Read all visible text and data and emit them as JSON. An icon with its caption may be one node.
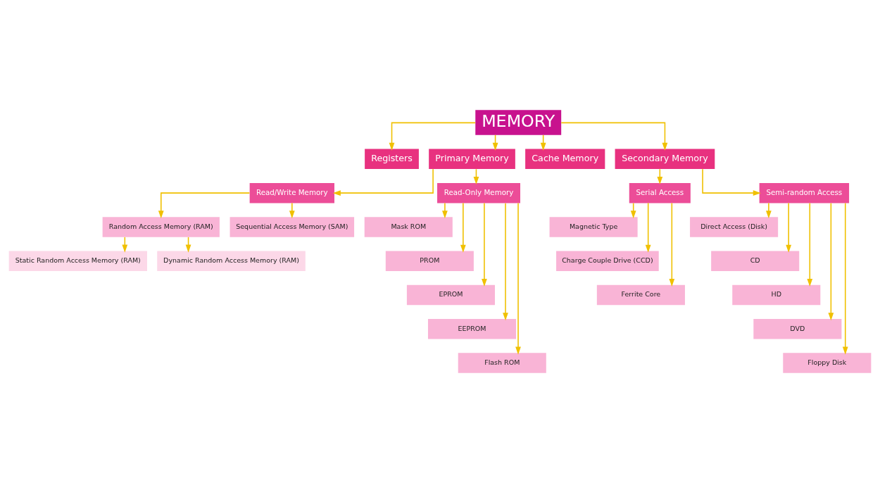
{
  "diagram": {
    "nodes": [
      {
        "text": [
          "MEMORY"
        ]
      },
      {
        "text": [
          "Registers"
        ]
      },
      {
        "text": [
          "Primary Memory"
        ]
      },
      {
        "text": [
          "Cache Memory"
        ]
      },
      {
        "text": [
          "Secondary Memory"
        ]
      },
      {
        "text": [
          "Read/Write Memory"
        ]
      },
      {
        "text": [
          "Read-Only Memory"
        ]
      },
      {
        "text": [
          "Serial Access"
        ]
      },
      {
        "text": [
          "Semi-random Access"
        ]
      },
      {
        "text": [
          "Random Access Memory (RAM)"
        ]
      },
      {
        "text": [
          "Sequential Access Memory (SAM)"
        ]
      },
      {
        "text": [
          "Mask ROM"
        ]
      },
      {
        "text": [
          "PROM"
        ]
      },
      {
        "text": [
          "EPROM"
        ]
      },
      {
        "text": [
          "EEPROM"
        ]
      },
      {
        "text": [
          "Flash ROM"
        ]
      },
      {
        "text": [
          "Magnetic Type"
        ]
      },
      {
        "text": [
          "Charge Couple Drive (CCD)"
        ]
      },
      {
        "text": [
          "Ferrite Core"
        ]
      },
      {
        "text": [
          "Direct Access (Disk)"
        ]
      },
      {
        "text": [
          "CD"
        ]
      },
      {
        "text": [
          "HD"
        ]
      },
      {
        "text": [
          "DVD"
        ]
      },
      {
        "text": [
          "Floppy Disk"
        ]
      },
      {
        "text": [
          "Static Random Access Memory (RAM)"
        ]
      },
      {
        "text": [
          "Dynamic Random Access Memory (RAM)"
        ]
      }
    ],
    "edges": [
      {
        "from": 0,
        "to": 1,
        "arrow": "to"
      },
      {
        "from": 0,
        "to": 2,
        "arrow": "to"
      },
      {
        "from": 0,
        "to": 3,
        "arrow": "to"
      },
      {
        "from": 0,
        "to": 4,
        "arrow": "to"
      },
      {
        "from": 2,
        "to": 5,
        "arrow": "to"
      },
      {
        "from": 2,
        "to": 6,
        "arrow": "to"
      },
      {
        "from": 4,
        "to": 7,
        "arrow": "to"
      },
      {
        "from": 4,
        "to": 8,
        "arrow": "to"
      },
      {
        "from": 5,
        "to": 9,
        "arrow": "to"
      },
      {
        "from": 5,
        "to": 10,
        "arrow": "to"
      },
      {
        "from": 6,
        "to": 11,
        "arrow": "to"
      },
      {
        "from": 6,
        "to": 12,
        "arrow": "to"
      },
      {
        "from": 6,
        "to": 13,
        "arrow": "to"
      },
      {
        "from": 6,
        "to": 14,
        "arrow": "to"
      },
      {
        "from": 6,
        "to": 15,
        "arrow": "to"
      },
      {
        "from": 7,
        "to": 16,
        "arrow": "to"
      },
      {
        "from": 7,
        "to": 17,
        "arrow": "to"
      },
      {
        "from": 7,
        "to": 18,
        "arrow": "to"
      },
      {
        "from": 8,
        "to": 19,
        "arrow": "to"
      },
      {
        "from": 8,
        "to": 20,
        "arrow": "to"
      },
      {
        "from": 8,
        "to": 21,
        "arrow": "to"
      },
      {
        "from": 8,
        "to": 22,
        "arrow": "to"
      },
      {
        "from": 8,
        "to": 23,
        "arrow": "to"
      },
      {
        "from": 9,
        "to": 24,
        "arrow": "to"
      },
      {
        "from": 9,
        "to": 25,
        "arrow": "to"
      }
    ]
  }
}
